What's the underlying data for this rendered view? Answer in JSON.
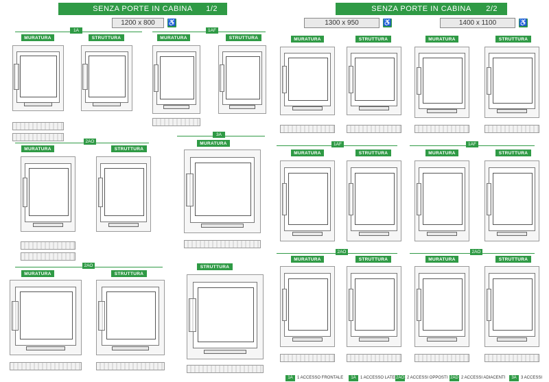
{
  "header": {
    "left": {
      "title": "SENZA PORTE IN CABINA",
      "page": "1/2"
    },
    "right": {
      "title": "SENZA PORTE IN CABINA",
      "page": "2/2"
    }
  },
  "sizes": {
    "s1": "1200 x 800",
    "s2": "1300 x 950",
    "s3": "1400 x 1100"
  },
  "icons": {
    "accessible": "wheelchair-icon"
  },
  "codes": {
    "a1": "1A",
    "a1f": "1AF",
    "a2o": "2AO",
    "a3": "3A"
  },
  "labels": {
    "muratura": "MURATURA",
    "struttura": "STRUTTURA"
  },
  "legend": {
    "items": [
      {
        "code": "1A",
        "text": "1 ACCESSO FRONTALE"
      },
      {
        "code": "1A",
        "text": "1 ACCESSO LATERALE"
      },
      {
        "code": "2AO",
        "text": "2 ACCESSI OPPOSTI"
      },
      {
        "code": "2AD",
        "text": "2 ACCESSI ADIACENTI"
      },
      {
        "code": "3A",
        "text": "3 ACCESSI"
      }
    ]
  }
}
